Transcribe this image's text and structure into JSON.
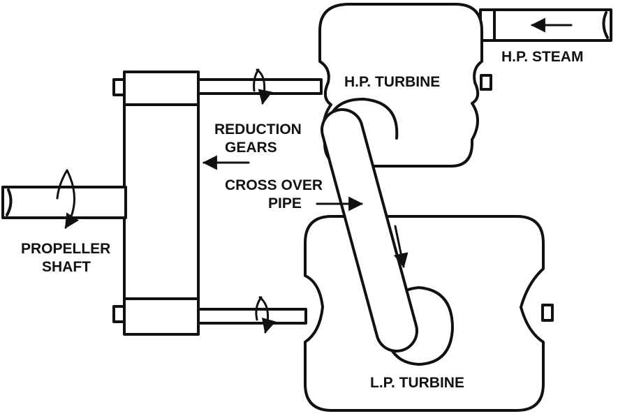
{
  "labels": {
    "hp_steam": "H.P. STEAM",
    "hp_turbine": "H.P. TURBINE",
    "reduction_gears_line1": "REDUCTION",
    "reduction_gears_line2": "GEARS",
    "cross_over_pipe_line1": "CROSS OVER",
    "cross_over_pipe_line2": "PIPE",
    "propeller_shaft_line1": "PROPELLER",
    "propeller_shaft_line2": "SHAFT",
    "lp_turbine": "L.P. TURBINE"
  },
  "colors": {
    "ink": "#111111",
    "background": "#ffffff"
  }
}
